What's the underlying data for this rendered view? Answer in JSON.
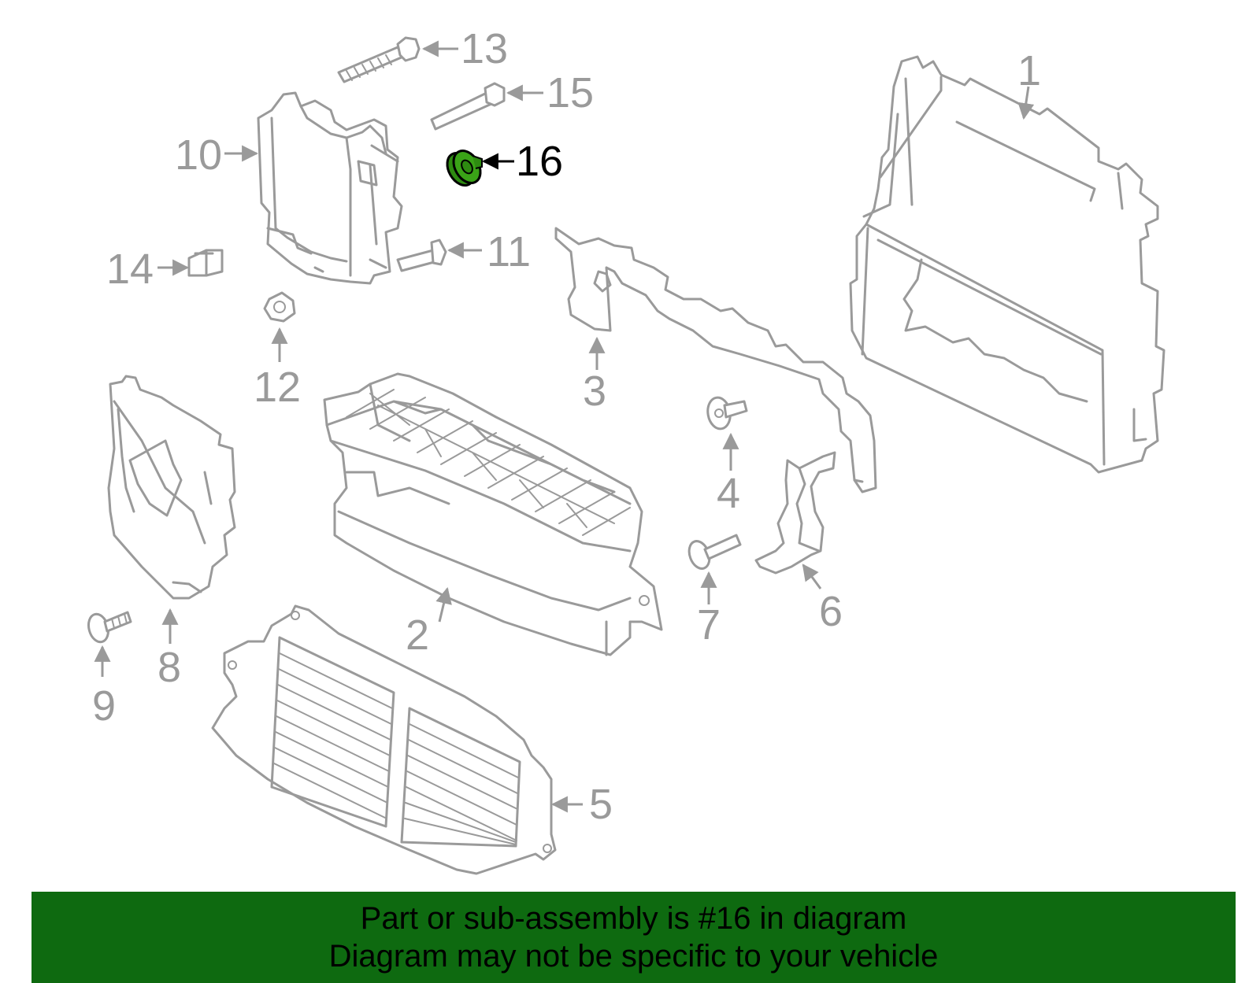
{
  "diagram": {
    "highlight_color": "#2e8b11",
    "line_color": "#9a9a9a",
    "highlighted_part": "16",
    "callouts": [
      "1",
      "2",
      "3",
      "4",
      "5",
      "6",
      "7",
      "8",
      "9",
      "10",
      "11",
      "12",
      "13",
      "14",
      "15",
      "16"
    ]
  },
  "banner": {
    "background": "#0e6a10",
    "line1": "Part or sub-assembly is #16 in diagram",
    "line2": "Diagram may not be specific to your vehicle"
  }
}
